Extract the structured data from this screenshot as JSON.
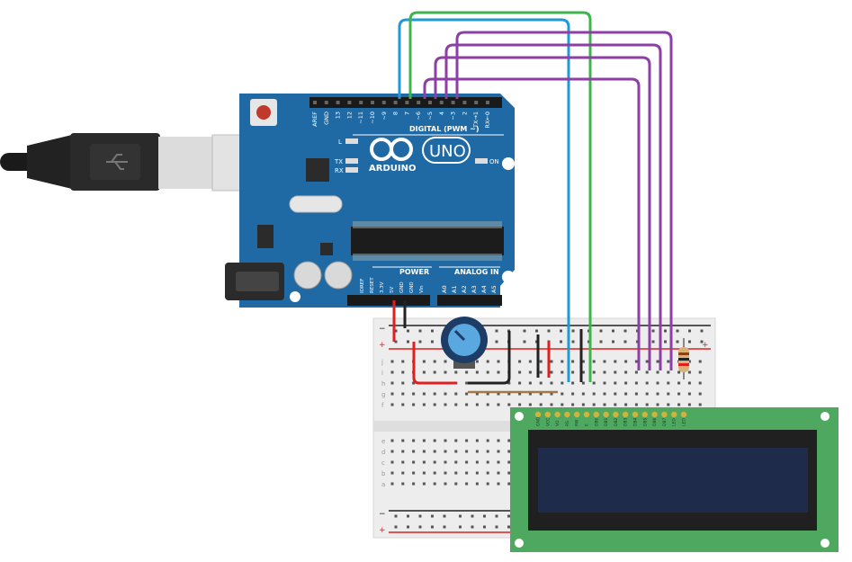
{
  "arduino": {
    "logo_text": "ARDUINO",
    "model": "UNO",
    "digital_label": "DIGITAL (PWM ~)",
    "power_label": "POWER",
    "analog_label": "ANALOG IN",
    "on_label": "ON",
    "led_l": "L",
    "led_tx": "TX",
    "led_rx": "RX",
    "digital_pins": [
      "AREF",
      "GND",
      "13",
      "12",
      "~11",
      "~10",
      "~9",
      "8",
      "7",
      "~6",
      "~5",
      "4",
      "~3",
      "2",
      "TX→1",
      "RX←0"
    ],
    "power_pins": [
      "IOREF",
      "RESET",
      "3.3V",
      "5V",
      "GND",
      "GND",
      "Vin"
    ],
    "analog_pins": [
      "A0",
      "A1",
      "A2",
      "A3",
      "A4",
      "A5"
    ]
  },
  "breadboard": {
    "rail_minus": "−",
    "rail_plus": "+",
    "row_letters_top": [
      "j",
      "i",
      "h",
      "g",
      "f"
    ],
    "row_letters_bottom": [
      "e",
      "d",
      "c",
      "b",
      "a"
    ]
  },
  "lcd": {
    "pins": [
      "GND",
      "VCC",
      "VO",
      "RS",
      "RW",
      "E",
      "DB0",
      "DB1",
      "DB2",
      "DB3",
      "DB4",
      "DB5",
      "DB6",
      "DB7",
      "LED",
      "LED"
    ]
  },
  "colors": {
    "board": "#1f6aa5",
    "board_dark": "#17578a",
    "wire_blue": "#1e9ad6",
    "wire_green": "#3db54a",
    "wire_purple": "#8e3fa5",
    "wire_red": "#e02020",
    "wire_black": "#222222",
    "lcd_pcb": "#4fa860",
    "lcd_screen": "#1e2b4a"
  }
}
